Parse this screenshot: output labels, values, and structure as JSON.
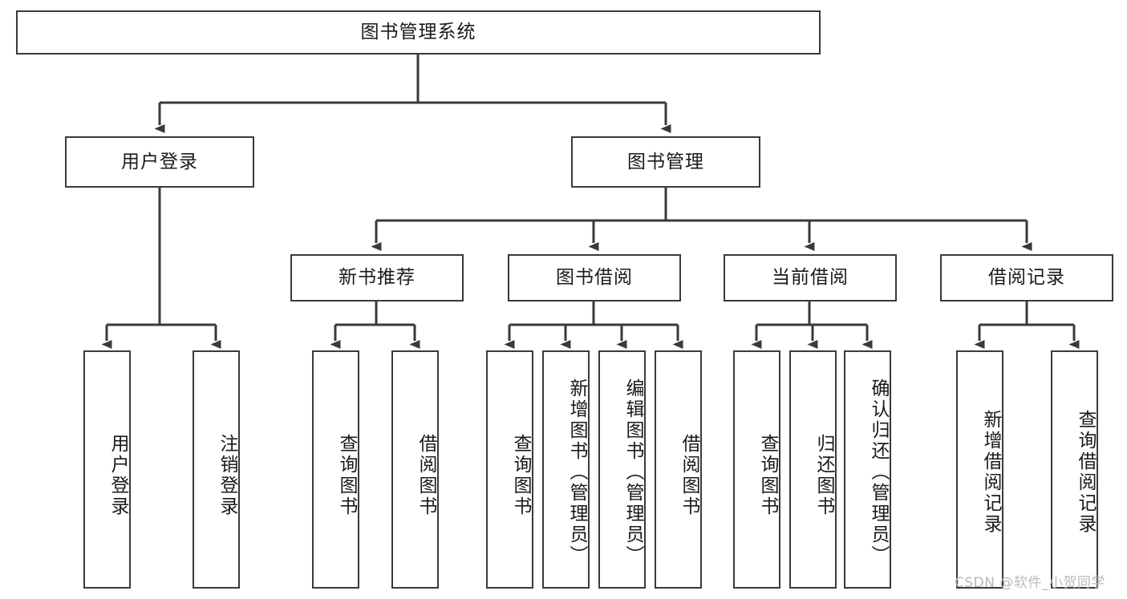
{
  "diagram": {
    "type": "tree-hierarchy",
    "title": "图书管理系统",
    "orientation": "top-down",
    "watermark": "CSDN @软件_小贺同学",
    "colors": {
      "box_border": "#3a3a3a",
      "box_fill": "#ffffff",
      "edge": "#3a3a3a",
      "text": "#1a1a1a",
      "watermark": "#b9b9b9",
      "background": "#ffffff"
    },
    "root": {
      "label": "图书管理系统"
    },
    "level1": [
      {
        "label": "用户登录"
      },
      {
        "label": "图书管理"
      }
    ],
    "level2": [
      {
        "label": "新书推荐"
      },
      {
        "label": "图书借阅"
      },
      {
        "label": "当前借阅"
      },
      {
        "label": "借阅记录"
      }
    ],
    "leaves": {
      "user_login": [
        {
          "label": "用户登录"
        },
        {
          "label": "注销登录"
        }
      ],
      "new_book_recommend": [
        {
          "label": "查询图书"
        },
        {
          "label": "借阅图书"
        }
      ],
      "book_borrow": [
        {
          "label": "查询图书"
        },
        {
          "label": "新增图书（管理员）"
        },
        {
          "label": "编辑图书（管理员）"
        },
        {
          "label": "借阅图书"
        }
      ],
      "current_borrow": [
        {
          "label": "查询图书"
        },
        {
          "label": "归还图书"
        },
        {
          "label": "确认归还（管理员）"
        }
      ],
      "borrow_record": [
        {
          "label": "新增借阅记录"
        },
        {
          "label": "查询借阅记录"
        }
      ]
    }
  }
}
